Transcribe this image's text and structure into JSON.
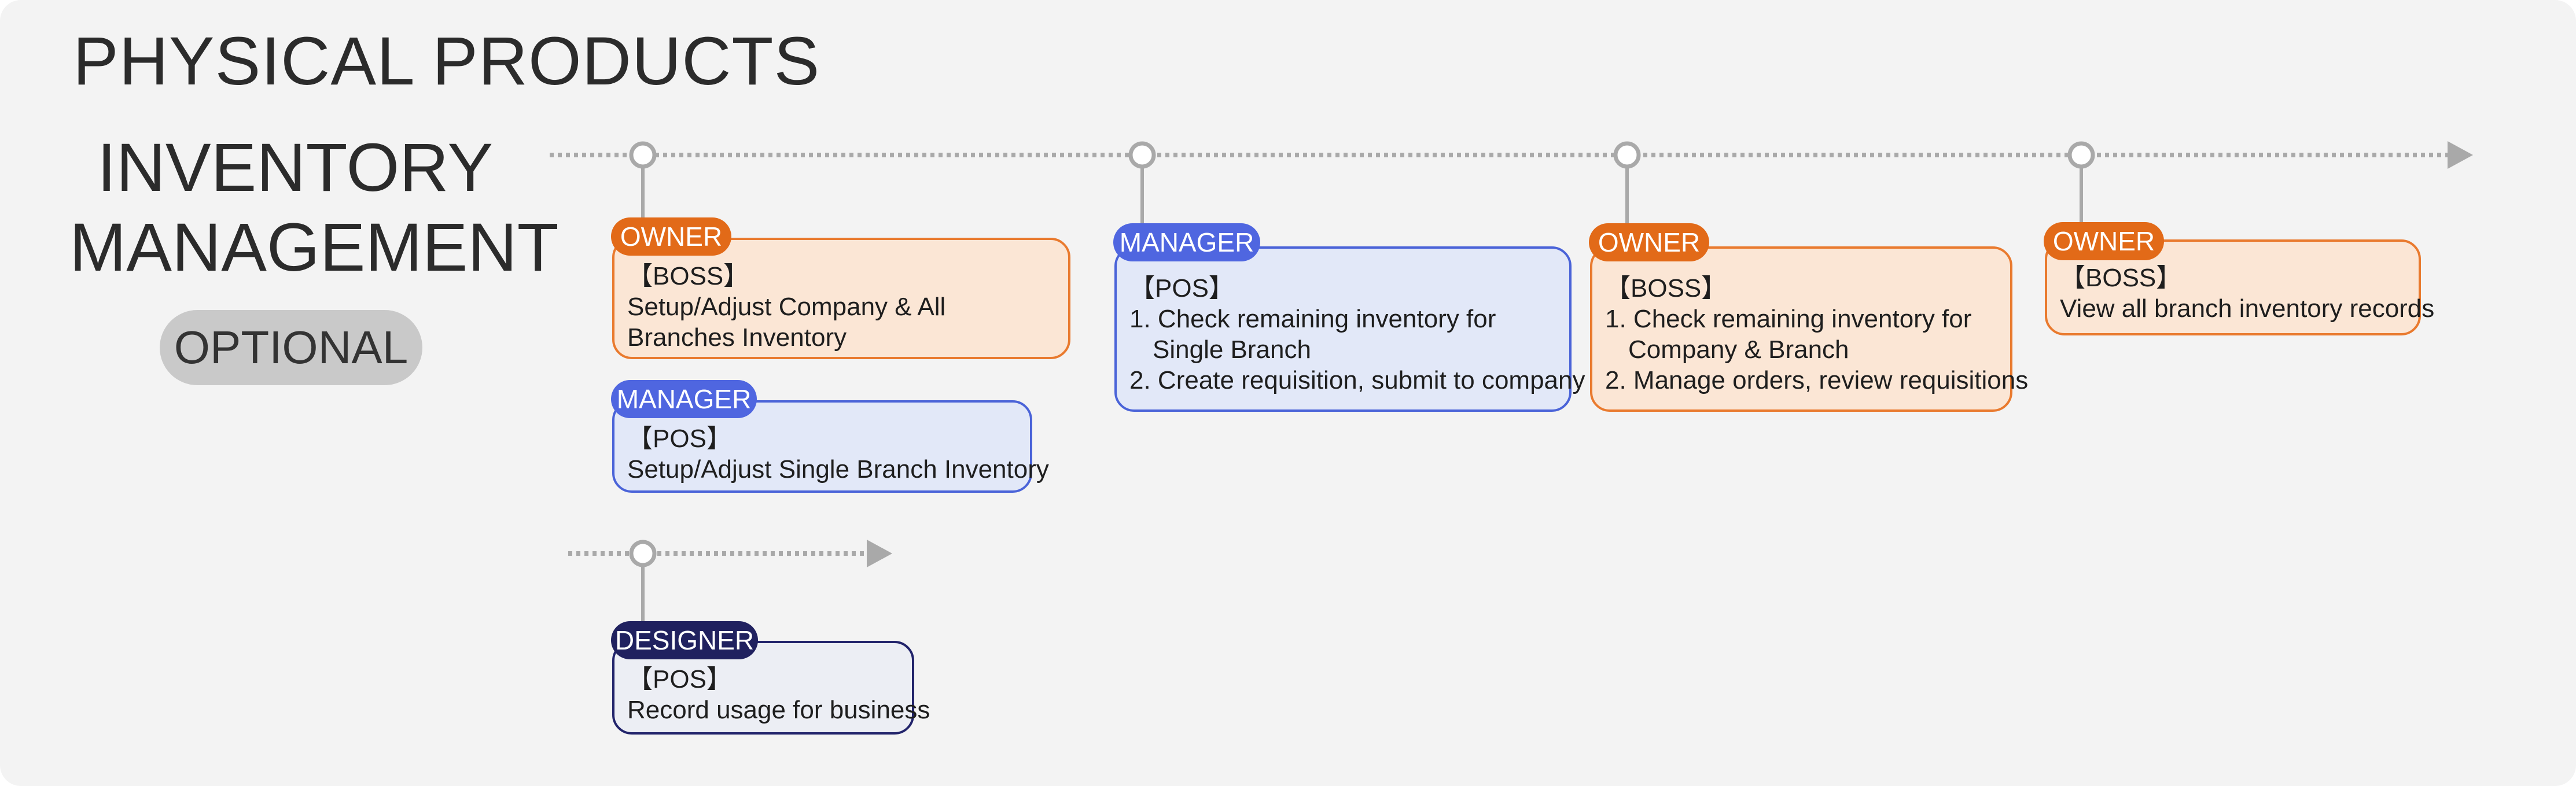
{
  "header": {
    "section_title": "PHYSICAL PRODUCTS",
    "feature_title_line1": "INVENTORY",
    "feature_title_line2": "MANAGEMENT",
    "optional_label": "OPTIONAL"
  },
  "colors": {
    "owner": "#e26a18",
    "owner_fill": "#fbe6d5",
    "manager": "#4f66e0",
    "manager_fill": "#e2e8f8",
    "designer": "#20215f",
    "designer_fill": "#eceef4",
    "timeline": "#a9a9a9",
    "background": "#f3f3f3"
  },
  "main_timeline": {
    "steps": [
      {
        "cards": [
          {
            "role": "owner",
            "badge": "OWNER",
            "lines": [
              "【BOSS】",
              "Setup/Adjust Company & All",
              "Branches Inventory"
            ]
          },
          {
            "role": "manager",
            "badge": "MANAGER",
            "lines": [
              "【POS】",
              "Setup/Adjust Single Branch Inventory"
            ]
          }
        ]
      },
      {
        "cards": [
          {
            "role": "manager",
            "badge": "MANAGER",
            "lines": [
              "【POS】",
              "1. Check remaining inventory for",
              "Single Branch",
              "2. Create requisition, submit to company"
            ]
          }
        ]
      },
      {
        "cards": [
          {
            "role": "owner",
            "badge": "OWNER",
            "lines": [
              "【BOSS】",
              "1. Check remaining inventory for",
              "Company & Branch",
              "2. Manage orders, review requisitions"
            ]
          }
        ]
      },
      {
        "cards": [
          {
            "role": "owner",
            "badge": "OWNER",
            "lines": [
              "【BOSS】",
              "View all branch inventory records"
            ]
          }
        ]
      }
    ]
  },
  "secondary_timeline": {
    "steps": [
      {
        "cards": [
          {
            "role": "designer",
            "badge": "DESIGNER",
            "lines": [
              "【POS】",
              "Record usage for business"
            ]
          }
        ]
      }
    ]
  }
}
